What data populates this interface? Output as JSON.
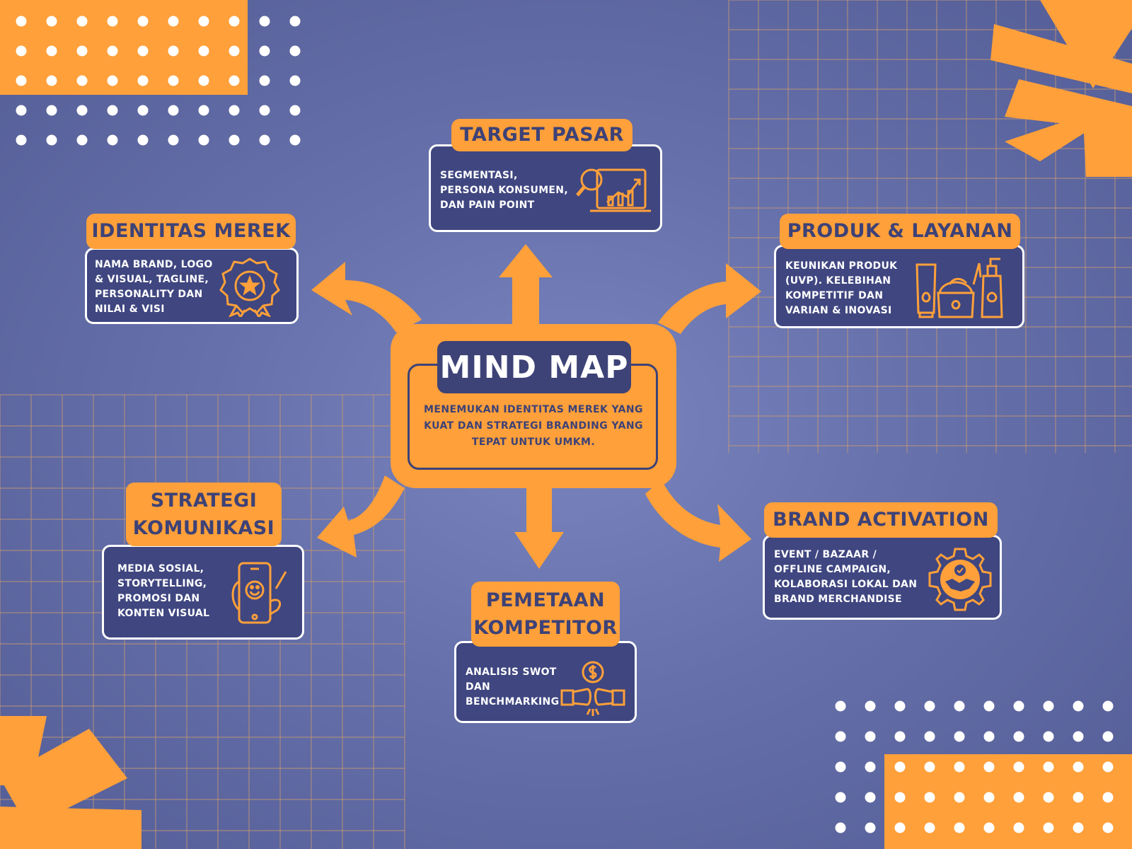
{
  "center": {
    "title": "MIND MAP",
    "description": "MENEMUKAN IDENTITAS MEREK YANG KUAT DAN STRATEGI BRANDING YANG TEPAT UNTUK UMKM."
  },
  "nodes": {
    "target_pasar": {
      "title": "TARGET PASAR",
      "description": "SEGMENTASI, PERSONA KONSUMEN, DAN PAIN POINT",
      "icon": "market-analysis-icon"
    },
    "identitas_merek": {
      "title": "IDENTITAS MEREK",
      "description": "NAMA BRAND, LOGO & VISUAL, TAGLINE, PERSONALITY DAN NILAI & VISI",
      "icon": "award-badge-icon"
    },
    "produk_layanan": {
      "title": "PRODUK & LAYANAN",
      "description": "KEUNIKAN PRODUK (UVP). KELEBIHAN KOMPETITIF DAN VARIAN & INOVASI",
      "icon": "cosmetic-products-icon"
    },
    "strategi_komunikasi": {
      "title": "STRATEGI KOMUNIKASI",
      "description": "MEDIA SOSIAL, STORYTELLING, PROMOSI DAN KONTEN VISUAL",
      "icon": "smartphone-hand-icon"
    },
    "pemetaan_kompetitor": {
      "title": "PEMETAAN KOMPETITOR",
      "description": "ANALISIS SWOT DAN BENCHMARKING",
      "icon": "competition-fists-icon"
    },
    "brand_activation": {
      "title": "BRAND ACTIVATION",
      "description": "EVENT / BAZAAR / OFFLINE CAMPAIGN, KOLABORASI LOKAL DAN BRAND MERCHANDISE",
      "icon": "handshake-gear-icon"
    }
  },
  "colors": {
    "orange": "#ffa03a",
    "navy": "#3d4277",
    "box": "#3f4680",
    "background": "#6670aa",
    "white": "#ffffff"
  }
}
